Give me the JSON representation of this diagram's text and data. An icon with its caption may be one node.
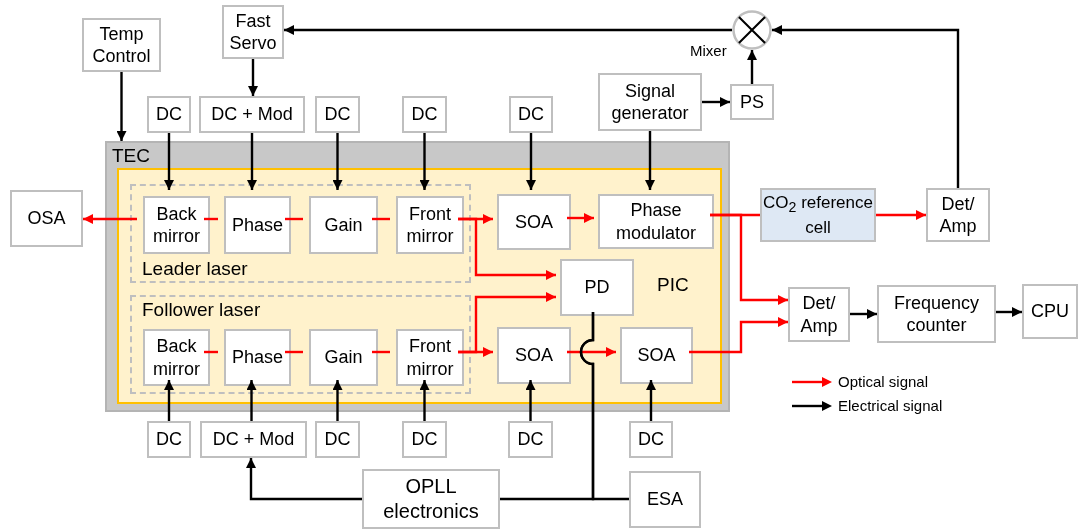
{
  "diagram": {
    "nodes": [
      {
        "text": [
          "Temp Control"
        ]
      },
      {
        "text": [
          "Fast Servo"
        ]
      },
      {
        "text": [],
        "shape": "circle",
        "beside": [
          "Mixer"
        ]
      },
      {
        "text": [
          "Signal generator"
        ]
      },
      {
        "text": [
          "PS"
        ]
      },
      {
        "text": [
          "DC"
        ]
      },
      {
        "text": [
          "DC + Mod"
        ]
      },
      {
        "text": [
          "DC"
        ]
      },
      {
        "text": [
          "DC"
        ]
      },
      {
        "text": [
          "DC"
        ]
      },
      {
        "text": [
          "TEC"
        ]
      },
      {
        "text": [
          "PIC"
        ],
        "in": 10
      },
      {
        "text": [
          "Leader laser"
        ],
        "in": 11
      },
      {
        "text": [
          "Back mirror"
        ],
        "in": 12
      },
      {
        "text": [
          "Phase"
        ],
        "in": 12
      },
      {
        "text": [
          "Gain"
        ],
        "in": 12
      },
      {
        "text": [
          "Front mirror"
        ],
        "in": 12
      },
      {
        "text": [
          "SOA"
        ],
        "in": 11
      },
      {
        "text": [
          "Phase modulator"
        ],
        "in": 11
      },
      {
        "text": [
          "OSA"
        ]
      },
      {
        "text": [
          "CO$_{2}$ reference cell"
        ]
      },
      {
        "text": [
          "Det/ Amp"
        ]
      },
      {
        "text": [
          "PD"
        ],
        "in": 11
      },
      {
        "text": [
          "Follower laser"
        ],
        "in": 11
      },
      {
        "text": [
          "Back mirror"
        ],
        "in": 23
      },
      {
        "text": [
          "Phase"
        ],
        "in": 23
      },
      {
        "text": [
          "Gain"
        ],
        "in": 23
      },
      {
        "text": [
          "Front mirror"
        ],
        "in": 23
      },
      {
        "text": [
          "SOA"
        ],
        "in": 11
      },
      {
        "text": [
          "SOA"
        ],
        "in": 11
      },
      {
        "text": [
          "Det/ Amp"
        ]
      },
      {
        "text": [
          "Frequency counter"
        ]
      },
      {
        "text": [
          "CPU"
        ]
      },
      {
        "text": [
          "DC"
        ]
      },
      {
        "text": [
          "DC + Mod"
        ]
      },
      {
        "text": [
          "DC"
        ]
      },
      {
        "text": [
          "DC"
        ]
      },
      {
        "text": [
          "DC"
        ]
      },
      {
        "text": [
          "DC"
        ]
      },
      {
        "text": [
          "OPLL electronics"
        ]
      },
      {
        "text": [
          "ESA"
        ]
      }
    ],
    "edges": [
      {
        "from": 0,
        "to": 10,
        "arrow": "to"
      },
      {
        "from": 1,
        "to": 6,
        "arrow": "to"
      },
      {
        "from": 2,
        "to": 1,
        "arrow": "to"
      },
      {
        "from": 21,
        "to": 2,
        "arrow": "to"
      },
      {
        "from": 4,
        "to": 2,
        "arrow": "to"
      },
      {
        "from": 3,
        "to": 4,
        "arrow": "to"
      },
      {
        "from": 3,
        "to": 18,
        "arrow": "to"
      },
      {
        "from": 5,
        "to": 13,
        "arrow": "to"
      },
      {
        "from": 6,
        "to": 14,
        "arrow": "to"
      },
      {
        "from": 7,
        "to": 15,
        "arrow": "to"
      },
      {
        "from": 8,
        "to": 16,
        "arrow": "to"
      },
      {
        "from": 9,
        "to": 17,
        "arrow": "to"
      },
      {
        "from": 13,
        "to": 19,
        "arrow": "to",
        "color": "#ff0000"
      },
      {
        "from": 13,
        "to": 14,
        "arrow": "none",
        "color": "#ff0000"
      },
      {
        "from": 14,
        "to": 15,
        "arrow": "none",
        "color": "#ff0000"
      },
      {
        "from": 15,
        "to": 16,
        "arrow": "none",
        "color": "#ff0000"
      },
      {
        "from": 16,
        "to": 17,
        "arrow": "to",
        "color": "#ff0000"
      },
      {
        "from": 16,
        "to": 22,
        "arrow": "to",
        "color": "#ff0000"
      },
      {
        "from": 17,
        "to": 18,
        "arrow": "to",
        "color": "#ff0000"
      },
      {
        "from": 18,
        "to": 20,
        "arrow": "none",
        "color": "#ff0000"
      },
      {
        "from": 20,
        "to": 21,
        "arrow": "to",
        "color": "#ff0000"
      },
      {
        "from": 18,
        "to": 30,
        "arrow": "to",
        "color": "#ff0000"
      },
      {
        "from": 24,
        "to": 25,
        "arrow": "none",
        "color": "#ff0000"
      },
      {
        "from": 25,
        "to": 26,
        "arrow": "none",
        "color": "#ff0000"
      },
      {
        "from": 26,
        "to": 27,
        "arrow": "none",
        "color": "#ff0000"
      },
      {
        "from": 27,
        "to": 28,
        "arrow": "to",
        "color": "#ff0000"
      },
      {
        "from": 27,
        "to": 22,
        "arrow": "to",
        "color": "#ff0000"
      },
      {
        "from": 28,
        "to": 29,
        "arrow": "to",
        "color": "#ff0000"
      },
      {
        "from": 29,
        "to": 30,
        "arrow": "to",
        "color": "#ff0000"
      },
      {
        "from": 30,
        "to": 31,
        "arrow": "to"
      },
      {
        "from": 31,
        "to": 32,
        "arrow": "to"
      },
      {
        "from": 33,
        "to": 24,
        "arrow": "to"
      },
      {
        "from": 34,
        "to": 25,
        "arrow": "to"
      },
      {
        "from": 35,
        "to": 26,
        "arrow": "to"
      },
      {
        "from": 36,
        "to": 27,
        "arrow": "to"
      },
      {
        "from": 37,
        "to": 28,
        "arrow": "to"
      },
      {
        "from": 38,
        "to": 29,
        "arrow": "to"
      },
      {
        "from": 39,
        "to": 34,
        "arrow": "to"
      },
      {
        "from": 22,
        "to": 39,
        "arrow": "none"
      },
      {
        "from": 22,
        "to": 40,
        "arrow": "none"
      }
    ],
    "legend": [
      {
        "text": "Optical signal"
      },
      {
        "text": "Electrical signal"
      }
    ]
  }
}
